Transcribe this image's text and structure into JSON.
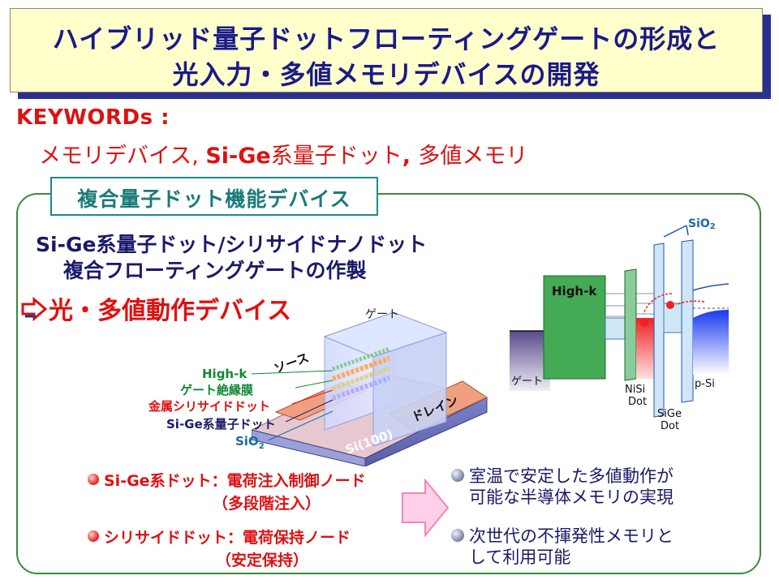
{
  "title": {
    "line1": "ハイブリッド量子ドットフローティングゲートの形成と",
    "line2": "光入力・多値メモリデバイスの開発"
  },
  "keywords": {
    "label": "KEYWORDs :",
    "part1": "メモリデバイス, ",
    "part2": "Si-Ge",
    "part3": "系量子ドット",
    "part4": ", ",
    "part5": "多値メモリ"
  },
  "panel": {
    "tab_label": "複合量子ドット機能デバイス",
    "header_line1": "Si-Ge系量子ドット/シリサイドナノドット",
    "header_line2": "複合フローティングゲートの作製",
    "optical_device": "光・多値動作デバイス"
  },
  "device_diagram": {
    "gate": "ゲート",
    "source": "ソース",
    "drain": "ドレイン",
    "substrate": "Si(100)",
    "labels": {
      "highk": "High-k",
      "gate_insulator": "ゲート絶縁膜",
      "silicide_dot": "金属シリサイドドット",
      "sige_dot": "Si-Ge系量子ドット",
      "sio2_base": "SiO",
      "sio2_sub": "2"
    }
  },
  "band_diagram": {
    "sio2_base": "SiO",
    "sio2_sub": "2",
    "highk": "High-k",
    "gate": "ゲート",
    "nisi": "NiSi",
    "dot1": "Dot",
    "psi": "p-Si",
    "sige": "SiGe",
    "dot2": "Dot",
    "electron": "e"
  },
  "bullets": [
    {
      "main": "Si-Ge系ドット：電荷注入制御ノード",
      "sub": "（多段階注入）"
    },
    {
      "main": "シリサイドドット：電荷保持ノード",
      "sub": "（安定保持）"
    }
  ],
  "results": [
    {
      "line1": "室温で安定した多値動作が",
      "line2": "可能な半導体メモリの実現"
    },
    {
      "line1": "次世代の不揮発性メモリと",
      "line2": "して利用可能"
    }
  ],
  "colors": {
    "title_text": "#1a1a8a",
    "keyword_red": "#dd1111",
    "panel_border": "#3a8a3a",
    "tab_text": "#1a7a7a",
    "highk_green": "#44aa55",
    "gate_purple": "#5a4a8a"
  },
  "icons": {
    "bullet_red": "red-sphere-icon",
    "bullet_gray": "gray-sphere-icon",
    "arrow": "outline-arrow-icon",
    "flow_arrow": "pink-block-arrow-icon"
  }
}
